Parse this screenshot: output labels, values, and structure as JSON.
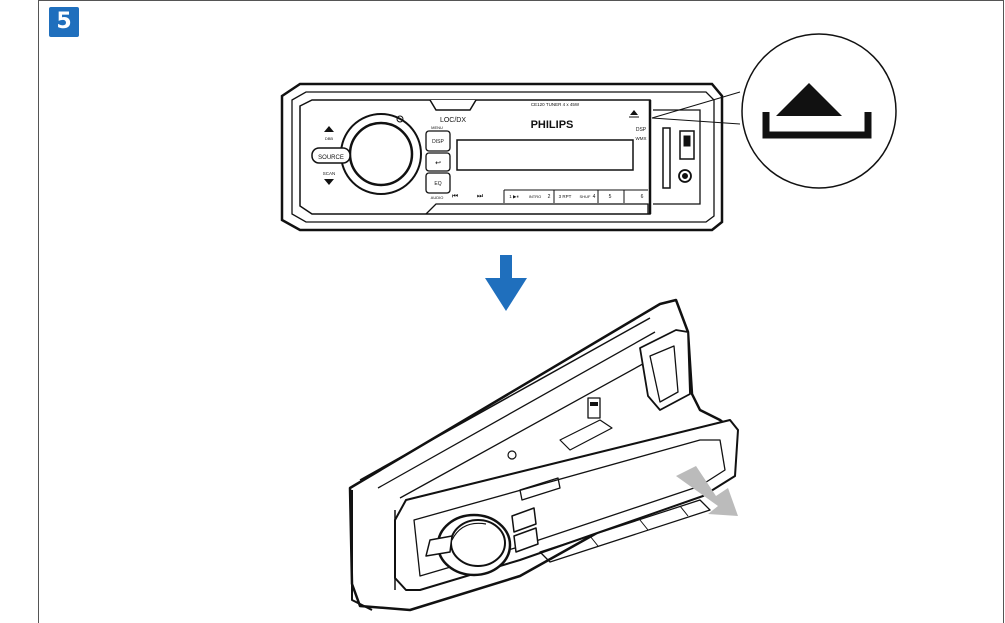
{
  "step": {
    "number": "5",
    "color": "#1f6fbd"
  },
  "arrow": {
    "color": "#1f6fbd",
    "icon": "arrow-down-icon"
  },
  "release_arrow": {
    "color": "#bbbbbb",
    "icon": "arrow-right-down-icon"
  },
  "radio": {
    "brand": "PHILIPS",
    "model_text": "CE120 TUNER 4 x 45W",
    "buttons": {
      "loc_dx": "LOC/DX",
      "source": "SOURCE",
      "menu": "MENU",
      "disp": "DISP",
      "back": "↩",
      "eq": "EQ",
      "audio": "AUDIO",
      "scan": "SCAN",
      "dbb": "DBB",
      "prev": "⏮",
      "next": "⏭",
      "p1": "1 ▶⏸",
      "intro": "INTRO",
      "p2": "2",
      "p3": "3 RPT",
      "shuf": "SHUF",
      "p4": "4",
      "p5": "5",
      "p6": "6",
      "dsp": "DSP",
      "wmx": "WMX"
    }
  },
  "callout": {
    "icon": "eject-icon"
  }
}
